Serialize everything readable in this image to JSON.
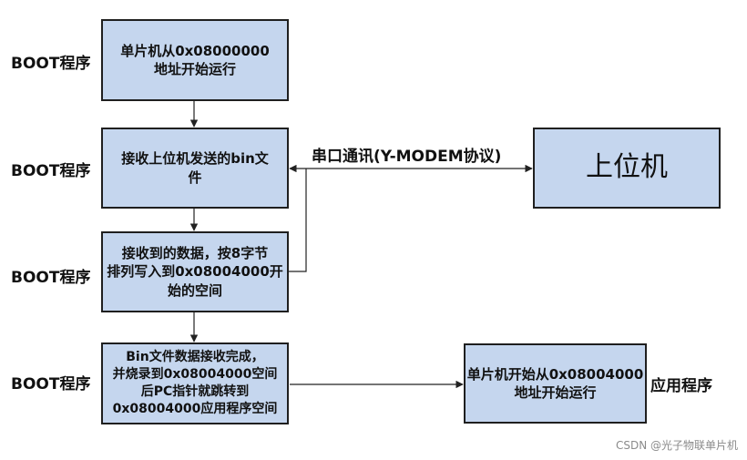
{
  "side_labels": [
    "BOOT程序",
    "BOOT程序",
    "BOOT程序",
    "BOOT程序"
  ],
  "app_label": "应用程序",
  "boxes": {
    "step1": "单片机从0x08000000\n地址开始运行",
    "step2": "接收上位机发送的bin文\n件",
    "step3": "接收到的数据，按8字节\n排列写入到0x08004000开\n始的空间",
    "step4": "Bin文件数据接收完成，\n并烧录到0x08004000空间\n后PC指针就跳转到\n0x08004000应用程序空间",
    "app": "单片机开始从0x08004000\n地址开始运行",
    "host": "上位机"
  },
  "serial_label": "串口通讯(Y-MODEM协议)",
  "watermark": "CSDN @光子物联单片机",
  "colors": {
    "box_fill": "#c5d6ee",
    "border": "#1f1f1f"
  }
}
